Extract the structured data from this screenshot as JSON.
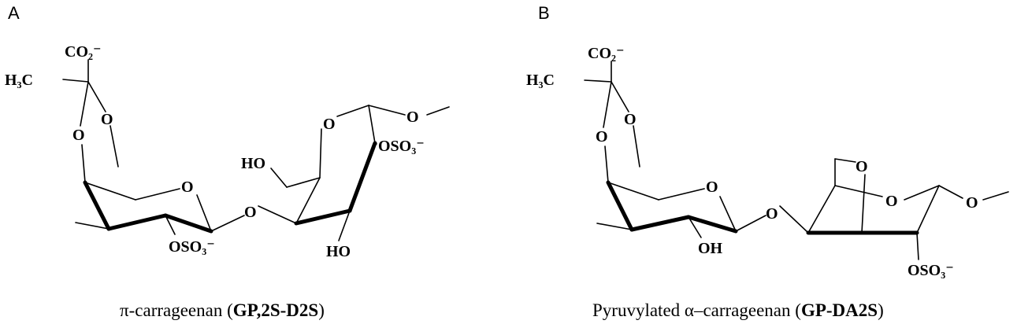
{
  "panels": [
    {
      "letter": "A",
      "caption": {
        "prefix": "π-carrageenan (",
        "bold": "GP,2S-D2S",
        "suffix": ")"
      },
      "labels": {
        "carboxylate": "CO₂⁻",
        "methyl": "H₃C",
        "acetal_o1": "O",
        "acetal_o2": "O",
        "ring1_o": "O",
        "glycosidic_o": "O",
        "sulfate1": "OSO₃⁻",
        "ring2_o": "O",
        "anomeric_o": "O",
        "sulfate2": "OSO₃⁻",
        "hydroxymethyl": "HO",
        "hydroxyl": "HO"
      }
    },
    {
      "letter": "B",
      "caption": {
        "prefix": "Pyruvylated α–carrageenan (",
        "bold": "GP-DA2S",
        "suffix": ")"
      },
      "labels": {
        "carboxylate": "CO₂⁻",
        "methyl": "H₃C",
        "acetal_o1": "O",
        "acetal_o2": "O",
        "ring1_o": "O",
        "hydroxyl": "OH",
        "glycosidic_o": "O",
        "bridge_o": "O",
        "ring2_o": "O",
        "anomeric_o": "O",
        "sulfate": "OSO₃⁻"
      }
    }
  ]
}
